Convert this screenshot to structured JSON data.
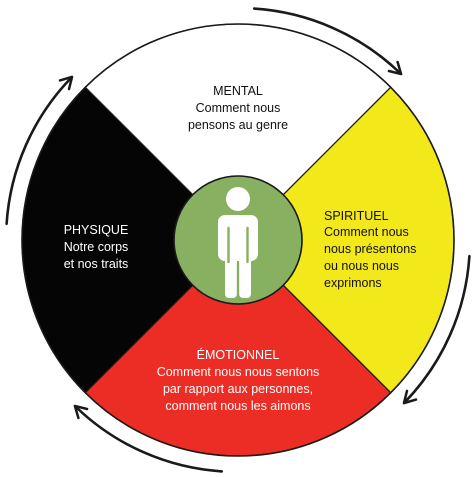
{
  "colors": {
    "mental": "#ffffff",
    "spiritual": "#f3e91a",
    "emotional": "#ec2d25",
    "physical": "#050505",
    "center": "#88b061",
    "arrows": "#1a1a1a"
  },
  "quadrants": {
    "mental": {
      "title": "MENTAL",
      "lines": [
        "Comment nous",
        "pensons au genre"
      ]
    },
    "spiritual": {
      "title": "SPIRITUEL",
      "lines": [
        "Comment nous",
        "nous présentons",
        "ou nous nous",
        "exprimons"
      ]
    },
    "emotional": {
      "title": "ÉMOTIONNEL",
      "lines": [
        "Comment nous nous sentons",
        "par rapport aux personnes,",
        "comment nous les aimons"
      ]
    },
    "physical": {
      "title": "PHYSIQUE",
      "lines": [
        "Notre corps",
        "et nos traits"
      ]
    }
  },
  "center_icon": "person-icon"
}
